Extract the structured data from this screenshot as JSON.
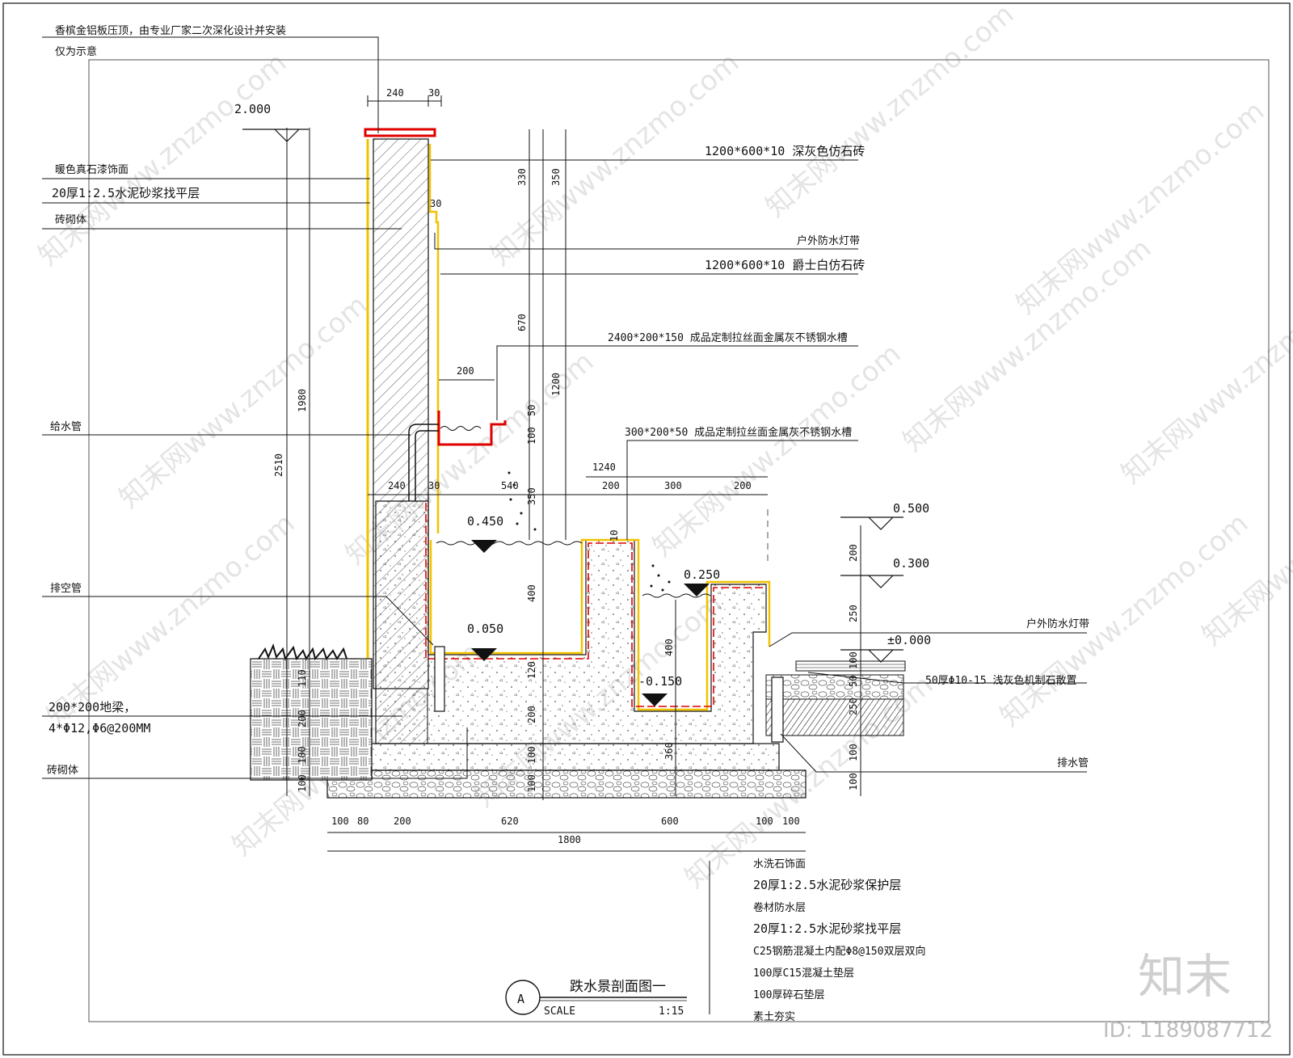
{
  "drawing": {
    "title": "跌水景剖面图一",
    "section_mark": "A",
    "scale_label": "SCALE",
    "scale_value": "1:15",
    "id_text": "ID: 1189087712",
    "logo_text": "知末"
  },
  "labels_left": [
    "香槟金铝板压顶，由专业厂家二次深化设计并安装",
    "仅为示意",
    "暖色真石漆饰面",
    "20厚1:2.5水泥砂浆找平层",
    "砖砌体",
    "给水管",
    "排空管",
    "200*200地梁，",
    "4*Φ12,Φ6@200MM",
    "砖砌体"
  ],
  "labels_right": [
    "1200*600*10  深灰色仿石砖",
    "户外防水灯带",
    "1200*600*10  爵士白仿石砖",
    "2400*200*150  成品定制拉丝面金属灰不锈钢水槽",
    "300*200*50  成品定制拉丝面金属灰不锈钢水槽",
    "户外防水灯带",
    "50厚Φ10-15  浅灰色机制石散置",
    "排水管"
  ],
  "labels_bottom": [
    "水洗石饰面",
    "20厚1:2.5水泥砂浆保护层",
    "卷材防水层",
    "20厚1:2.5水泥砂浆找平层",
    "C25钢筋混凝土内配Φ8@150双层双向",
    "100厚C15混凝土垫层",
    "100厚碎石垫层",
    "素土夯实"
  ],
  "elevations": [
    "2.000",
    "0.450",
    "0.050",
    "0.250",
    "-0.150",
    "0.500",
    "0.300",
    "±0.000"
  ],
  "dimensions": {
    "top": [
      "240",
      "30"
    ],
    "upper_right_v": [
      "330",
      "350",
      "30",
      "670",
      "1200",
      "50",
      "100",
      "350"
    ],
    "left_v": [
      "1980",
      "2510"
    ],
    "trough": [
      "200"
    ],
    "mid_h": [
      "240",
      "30",
      "540",
      "1240",
      "200",
      "300",
      "200"
    ],
    "lower_v": [
      "400",
      "120",
      "200",
      "100",
      "100",
      "400",
      "10",
      "360"
    ],
    "left_lower_v": [
      "110",
      "200",
      "100",
      "100"
    ],
    "right_v": [
      "200",
      "250",
      "100",
      "50",
      "250",
      "100",
      "100"
    ],
    "bottom_h": [
      "100",
      "80",
      "200",
      "620",
      "600",
      "100",
      "100"
    ],
    "bottom_total": "1800"
  },
  "watermark_text": "知末网www.znzmo.com",
  "colors": {
    "line": "#111111",
    "accent_red": "#e00000",
    "finish_yellow": "#f2c200",
    "gray_text": "#9a9a9a"
  }
}
